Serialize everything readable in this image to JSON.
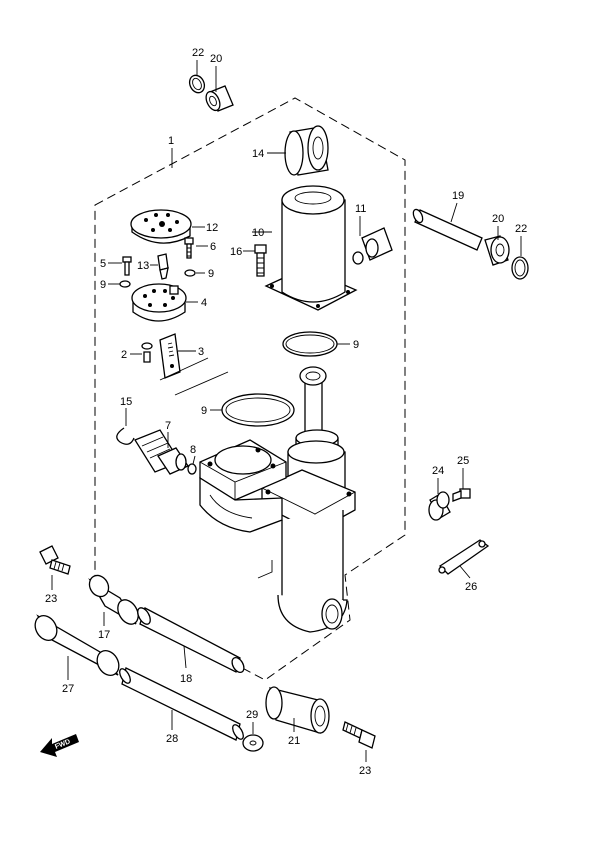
{
  "callouts": [
    {
      "id": "c1",
      "text": "1"
    },
    {
      "id": "c2",
      "text": "2"
    },
    {
      "id": "c3",
      "text": "3"
    },
    {
      "id": "c4",
      "text": "4"
    },
    {
      "id": "c5",
      "text": "5"
    },
    {
      "id": "c6",
      "text": "6"
    },
    {
      "id": "c7",
      "text": "7"
    },
    {
      "id": "c8",
      "text": "8"
    },
    {
      "id": "c9a",
      "text": "9"
    },
    {
      "id": "c9b",
      "text": "9"
    },
    {
      "id": "c9c",
      "text": "9"
    },
    {
      "id": "c9d",
      "text": "9"
    },
    {
      "id": "c10",
      "text": "10"
    },
    {
      "id": "c11",
      "text": "11"
    },
    {
      "id": "c12",
      "text": "12"
    },
    {
      "id": "c13",
      "text": "13"
    },
    {
      "id": "c14",
      "text": "14"
    },
    {
      "id": "c15",
      "text": "15"
    },
    {
      "id": "c16",
      "text": "16"
    },
    {
      "id": "c17",
      "text": "17"
    },
    {
      "id": "c18",
      "text": "18"
    },
    {
      "id": "c19",
      "text": "19"
    },
    {
      "id": "c20a",
      "text": "20"
    },
    {
      "id": "c20b",
      "text": "20"
    },
    {
      "id": "c21",
      "text": "21"
    },
    {
      "id": "c22a",
      "text": "22"
    },
    {
      "id": "c22b",
      "text": "22"
    },
    {
      "id": "c23a",
      "text": "23"
    },
    {
      "id": "c23b",
      "text": "23"
    },
    {
      "id": "c24",
      "text": "24"
    },
    {
      "id": "c25",
      "text": "25"
    },
    {
      "id": "c26",
      "text": "26"
    },
    {
      "id": "c27",
      "text": "27"
    },
    {
      "id": "c28",
      "text": "28"
    },
    {
      "id": "c29",
      "text": "29"
    }
  ],
  "fwd_arrow": {
    "text": "FWD",
    "icon": "forward-arrow-icon"
  }
}
